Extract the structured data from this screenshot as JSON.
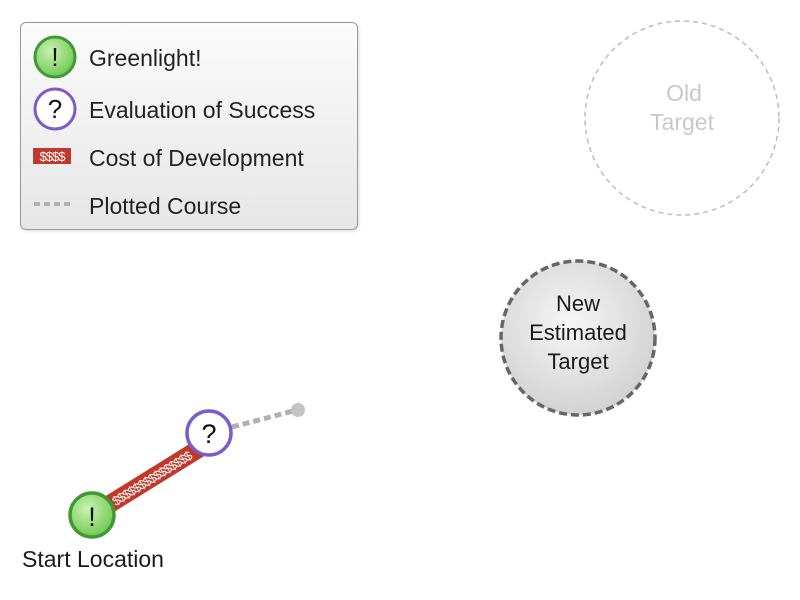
{
  "legend": {
    "items": [
      {
        "symbol": "greenlight",
        "label": "Greenlight!"
      },
      {
        "symbol": "evaluation",
        "label": "Evaluation of Success"
      },
      {
        "symbol": "cost",
        "label": "Cost of Development"
      },
      {
        "symbol": "course",
        "label": "Plotted Course"
      }
    ]
  },
  "markers": {
    "greenlight_glyph": "!",
    "evaluation_glyph": "?",
    "cost_glyph": "$"
  },
  "targets": {
    "old": {
      "line1": "Old",
      "line2": "Target"
    },
    "new": {
      "line1": "New",
      "line2": "Estimated",
      "line3": "Target"
    }
  },
  "start_label": "Start Location",
  "colors": {
    "greenlight_fill": "#8fdc6e",
    "greenlight_stroke": "#3f9a32",
    "evaluation_fill": "#ffffff",
    "evaluation_stroke": "#7b5cc9",
    "cost_red": "#c0392b",
    "course_gray": "#b0b0b0",
    "old_target_text": "#c8c8c8",
    "new_target_stroke": "#666666"
  }
}
